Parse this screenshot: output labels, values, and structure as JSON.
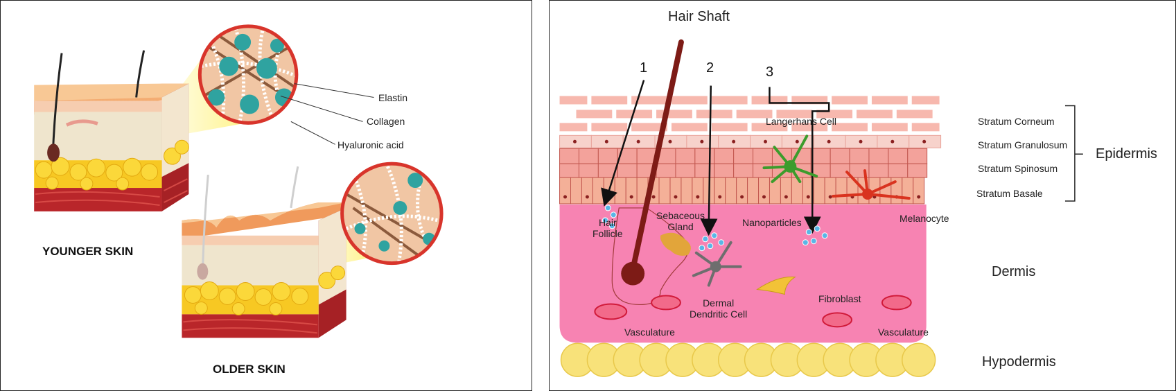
{
  "left_panel": {
    "fibers": {
      "elastin": "Elastin",
      "collagen": "Collagen",
      "hyaluronic_acid": "Hyaluronic acid"
    },
    "captions": {
      "younger": "YOUNGER SKIN",
      "older": "OLDER SKIN"
    }
  },
  "right_panel": {
    "hair_shaft": "Hair Shaft",
    "pathways": [
      "1",
      "2",
      "3"
    ],
    "epidermis_layers": [
      "Stratum Corneum",
      "Stratum Granulosum",
      "Stratum Spinosum",
      "Stratum Basale"
    ],
    "regions": {
      "epidermis": "Epidermis",
      "dermis": "Dermis",
      "hypodermis": "Hypodermis"
    },
    "structures": {
      "langerhans_cell": "Langerhans Cell",
      "hair_follicle": [
        "Hair",
        "Follicle"
      ],
      "sebaceous_gland": [
        "Sebaceous",
        "Gland"
      ],
      "nanoparticles": "Nanoparticles",
      "melanocyte": "Melanocyte",
      "dermal_dendritic_cell": [
        "Dermal",
        "Dendritic Cell"
      ],
      "fibroblast": "Fibroblast",
      "vasculature_left": "Vasculature",
      "vasculature_right": "Vasculature"
    }
  },
  "colors": {
    "skin_top": "#f3b27a",
    "skin_side": "#f7d4bd",
    "fat": "#f7cb22",
    "muscle": "#b9262a",
    "magnifier_ring": "#d8342b",
    "dermis": "#f48fb9",
    "epidermis_cells": "#f4a59b",
    "hypodermis": "#f8e27a",
    "hair": "#7d1b16"
  }
}
